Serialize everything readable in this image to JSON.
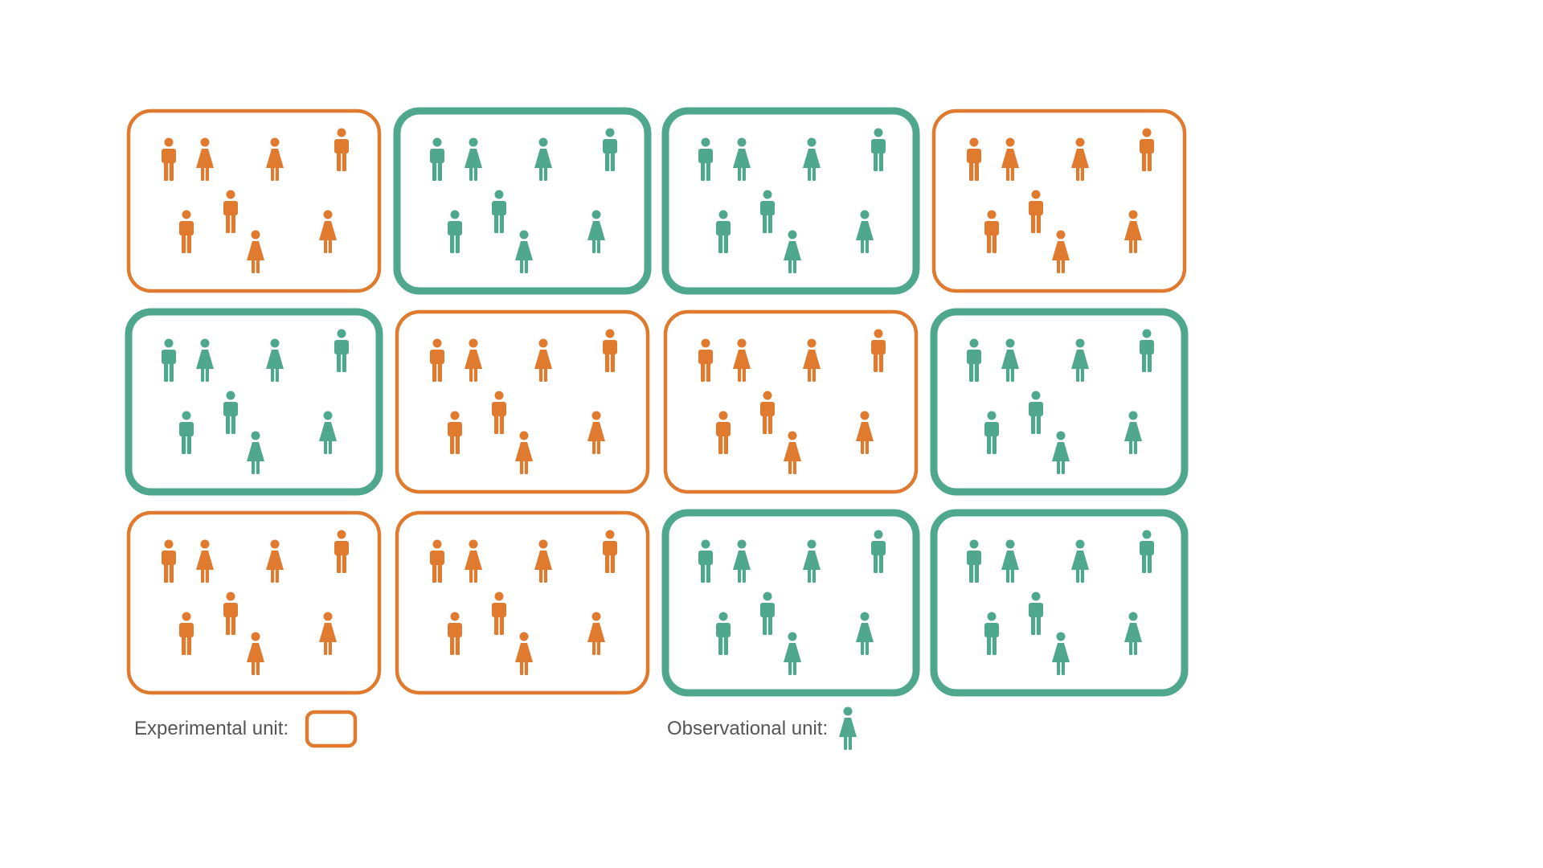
{
  "colors": {
    "treatment_a": "#E07A2F",
    "treatment_b": "#4FA88E"
  },
  "units": [
    {
      "row": 1,
      "col": 1,
      "group": "treatment_a"
    },
    {
      "row": 1,
      "col": 2,
      "group": "treatment_b"
    },
    {
      "row": 1,
      "col": 3,
      "group": "treatment_b"
    },
    {
      "row": 1,
      "col": 4,
      "group": "treatment_a"
    },
    {
      "row": 2,
      "col": 1,
      "group": "treatment_b"
    },
    {
      "row": 2,
      "col": 2,
      "group": "treatment_a"
    },
    {
      "row": 2,
      "col": 3,
      "group": "treatment_a"
    },
    {
      "row": 2,
      "col": 4,
      "group": "treatment_b"
    },
    {
      "row": 3,
      "col": 1,
      "group": "treatment_a"
    },
    {
      "row": 3,
      "col": 2,
      "group": "treatment_a"
    },
    {
      "row": 3,
      "col": 3,
      "group": "treatment_b"
    },
    {
      "row": 3,
      "col": 4,
      "group": "treatment_b"
    }
  ],
  "people_per_unit": [
    "man",
    "woman",
    "woman",
    "man",
    "man",
    "man",
    "woman",
    "woman"
  ],
  "legend": {
    "experimental_label": "Experimental unit:",
    "observational_label": "Observational unit:",
    "observational_icon": "woman-icon"
  }
}
